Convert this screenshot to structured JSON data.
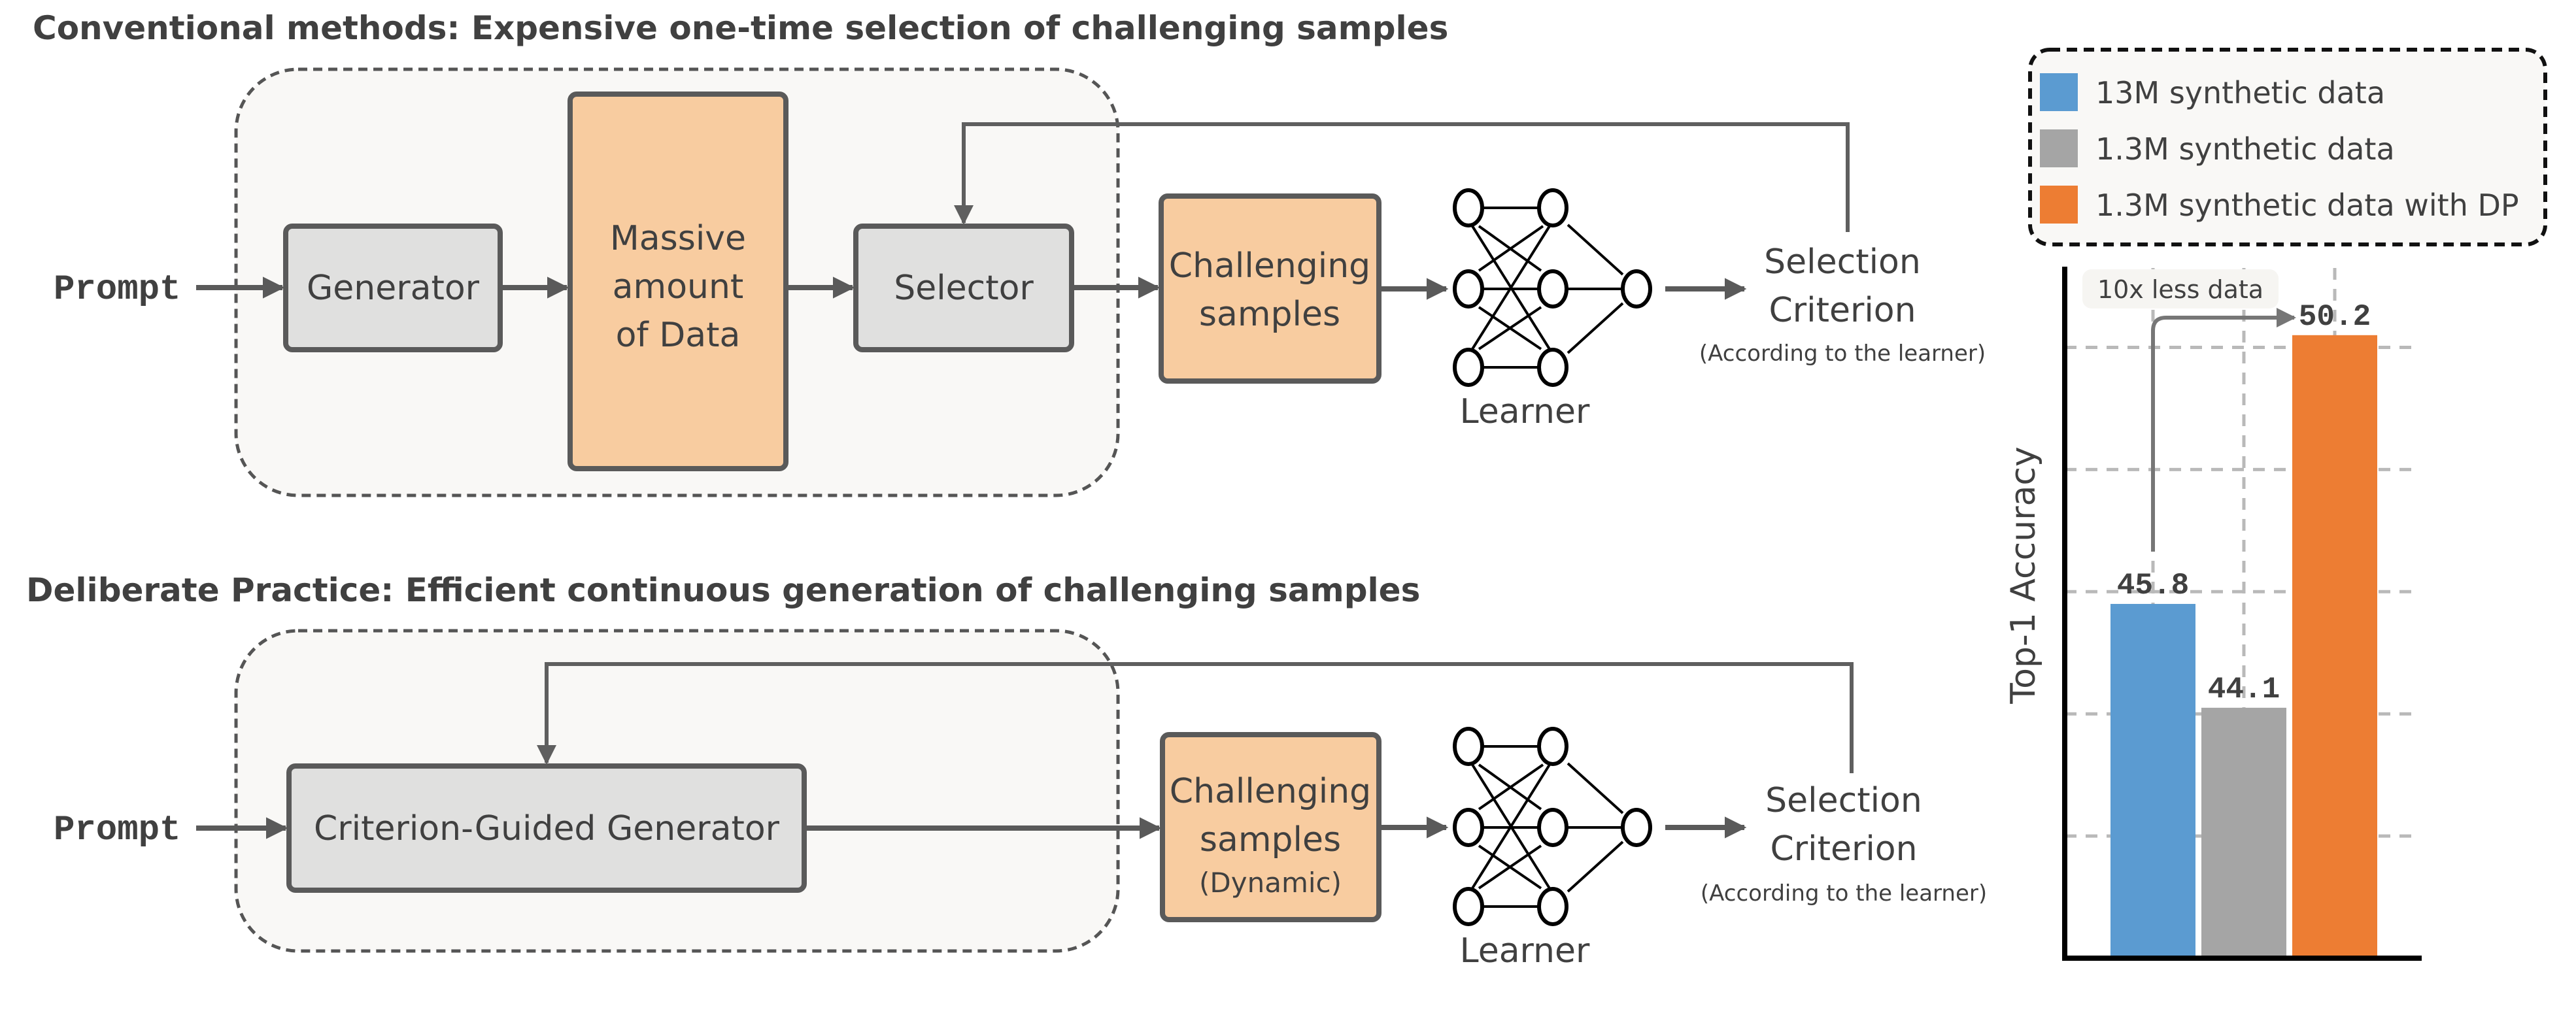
{
  "top_section": {
    "title": "Conventional methods: Expensive one-time selection of challenging samples",
    "prompt_label": "Prompt",
    "generator_label": "Generator",
    "data_label_lines": [
      "Massive",
      "amount",
      "of Data"
    ],
    "selector_label": "Selector",
    "challenging_lines": [
      "Challenging",
      "samples"
    ],
    "learner_label": "Learner",
    "criterion_lines": [
      "Selection",
      "Criterion"
    ],
    "criterion_note": "(According to the learner)"
  },
  "bottom_section": {
    "title": "Deliberate Practice: Efficient continuous generation of challenging samples",
    "prompt_label": "Prompt",
    "generator_label": "Criterion-Guided Generator",
    "challenging_lines": [
      "Challenging",
      "samples",
      "(Dynamic)"
    ],
    "learner_label": "Learner",
    "criterion_lines": [
      "Selection",
      "Criterion"
    ],
    "criterion_note": "(According to the learner)"
  },
  "colors": {
    "box_grey": "#e0e0df",
    "box_orange": "#f8cca0",
    "bar_blue": "#5b9bd1",
    "bar_grey": "#a5a5a5",
    "bar_orange": "#ed7d33",
    "text": "#404040"
  },
  "chart_data": {
    "type": "bar",
    "title": "",
    "xlabel": "",
    "ylabel": "Top-1 Accuracy",
    "ylim": [
      40,
      51.3
    ],
    "grid": true,
    "gridlines_y": [
      42,
      44,
      46,
      48,
      50
    ],
    "legend_position": "top",
    "categories": [
      "13M synthetic data",
      "1.3M synthetic data",
      "1.3M synthetic data with DP"
    ],
    "series": [
      {
        "name": "13M synthetic data",
        "values": [
          45.8
        ],
        "label": "45.8",
        "color": "#5b9bd1"
      },
      {
        "name": "1.3M synthetic data",
        "values": [
          44.1
        ],
        "label": "44.1",
        "color": "#a5a5a5"
      },
      {
        "name": "1.3M synthetic data with DP",
        "values": [
          50.2
        ],
        "label": "50.2",
        "color": "#ed7d33"
      }
    ],
    "annotations": [
      {
        "text": "10x less data",
        "from": "13M synthetic data",
        "to": "1.3M synthetic data with DP"
      }
    ]
  }
}
